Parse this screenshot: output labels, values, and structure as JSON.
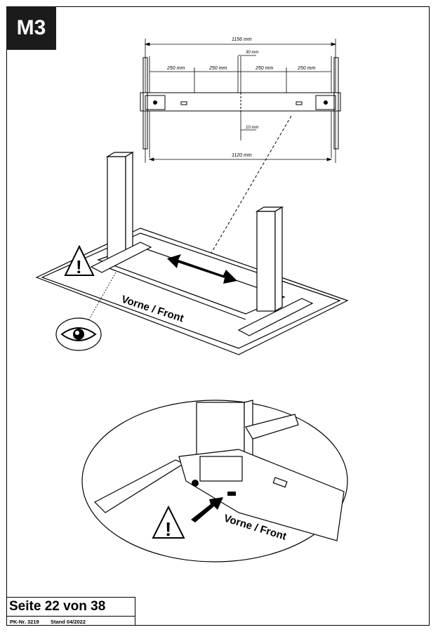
{
  "step": {
    "label": "M3"
  },
  "drawing": {
    "dim_total_outer": "1156 mm",
    "dim_inner": "1120 mm",
    "dim_offset_top": "30 mm",
    "dim_offset_bottom": "10 mm",
    "dim_segment_1": "250 mm",
    "dim_segment_2": "250 mm",
    "dim_segment_3": "250 mm",
    "dim_segment_4": "250 mm",
    "label_front_main": "Vorne / Front",
    "label_front_detail": "Vorne / Front",
    "warning_icon": "warning-triangle-icon",
    "eye_icon": "eye-icon"
  },
  "footer": {
    "page_label": "Seite 22 von 38",
    "pk_number": "PK-Nr. 3219",
    "stand": "Stand 04/2022"
  }
}
